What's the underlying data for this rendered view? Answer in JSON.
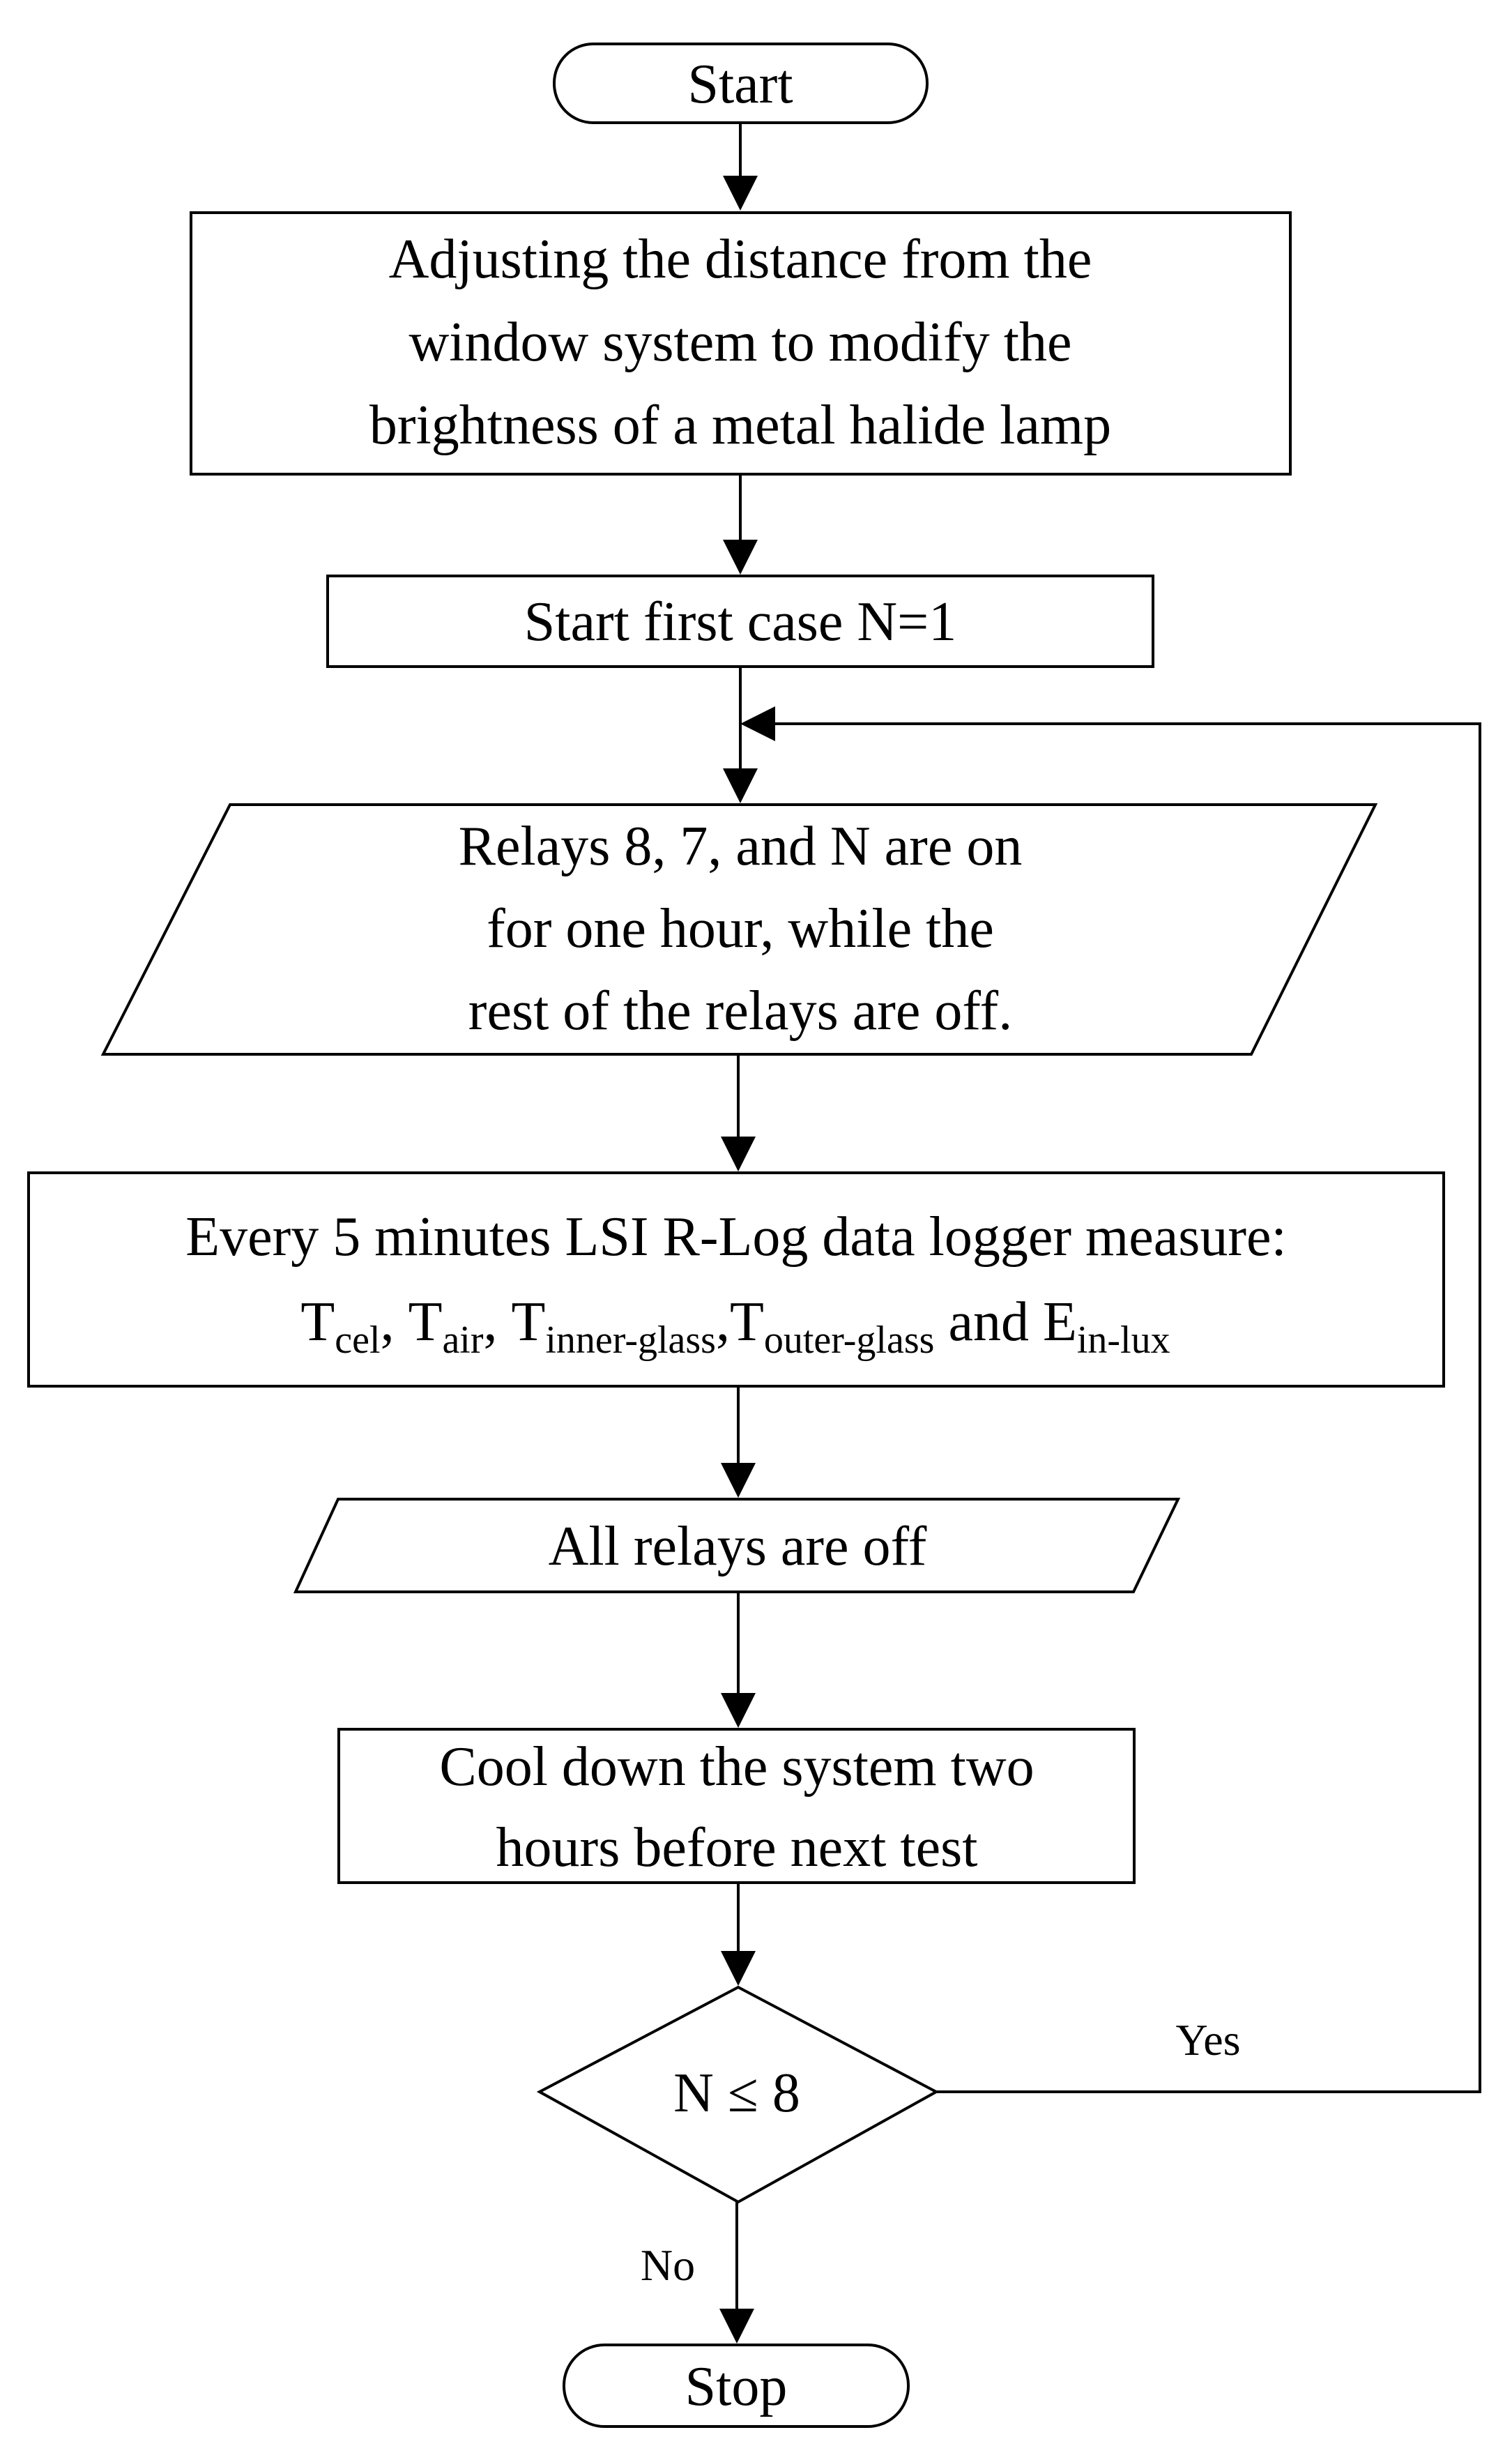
{
  "flowchart": {
    "start": "Start",
    "adjust": {
      "line1": "Adjusting the distance from the",
      "line2": "window system to modify the",
      "line3": "brightness of a metal halide lamp"
    },
    "first_case": "Start first case N=1",
    "relays_on": {
      "line1": "Relays 8, 7, and N are on",
      "line2": "for one hour, while the",
      "line3": "rest of the relays are off."
    },
    "measure": {
      "line1": "Every 5 minutes LSI R-Log data logger measure:",
      "t1": "T",
      "t1_sub": "cel",
      "sep1": ",",
      "t2": "T",
      "t2_sub": "air",
      "sep2": ",",
      "t3": "T",
      "t3_sub": "inner-glass",
      "sep3": ",",
      "t4": "T",
      "t4_sub": "outer-glass",
      "and": "and",
      "e": "E",
      "e_sub": "in-lux"
    },
    "relays_off": "All relays are off",
    "cool_down": {
      "line1": "Cool down the system two",
      "line2": "hours before next test"
    },
    "decision": "N ≤ 8",
    "yes_label": "Yes",
    "no_label": "No",
    "stop": "Stop"
  }
}
